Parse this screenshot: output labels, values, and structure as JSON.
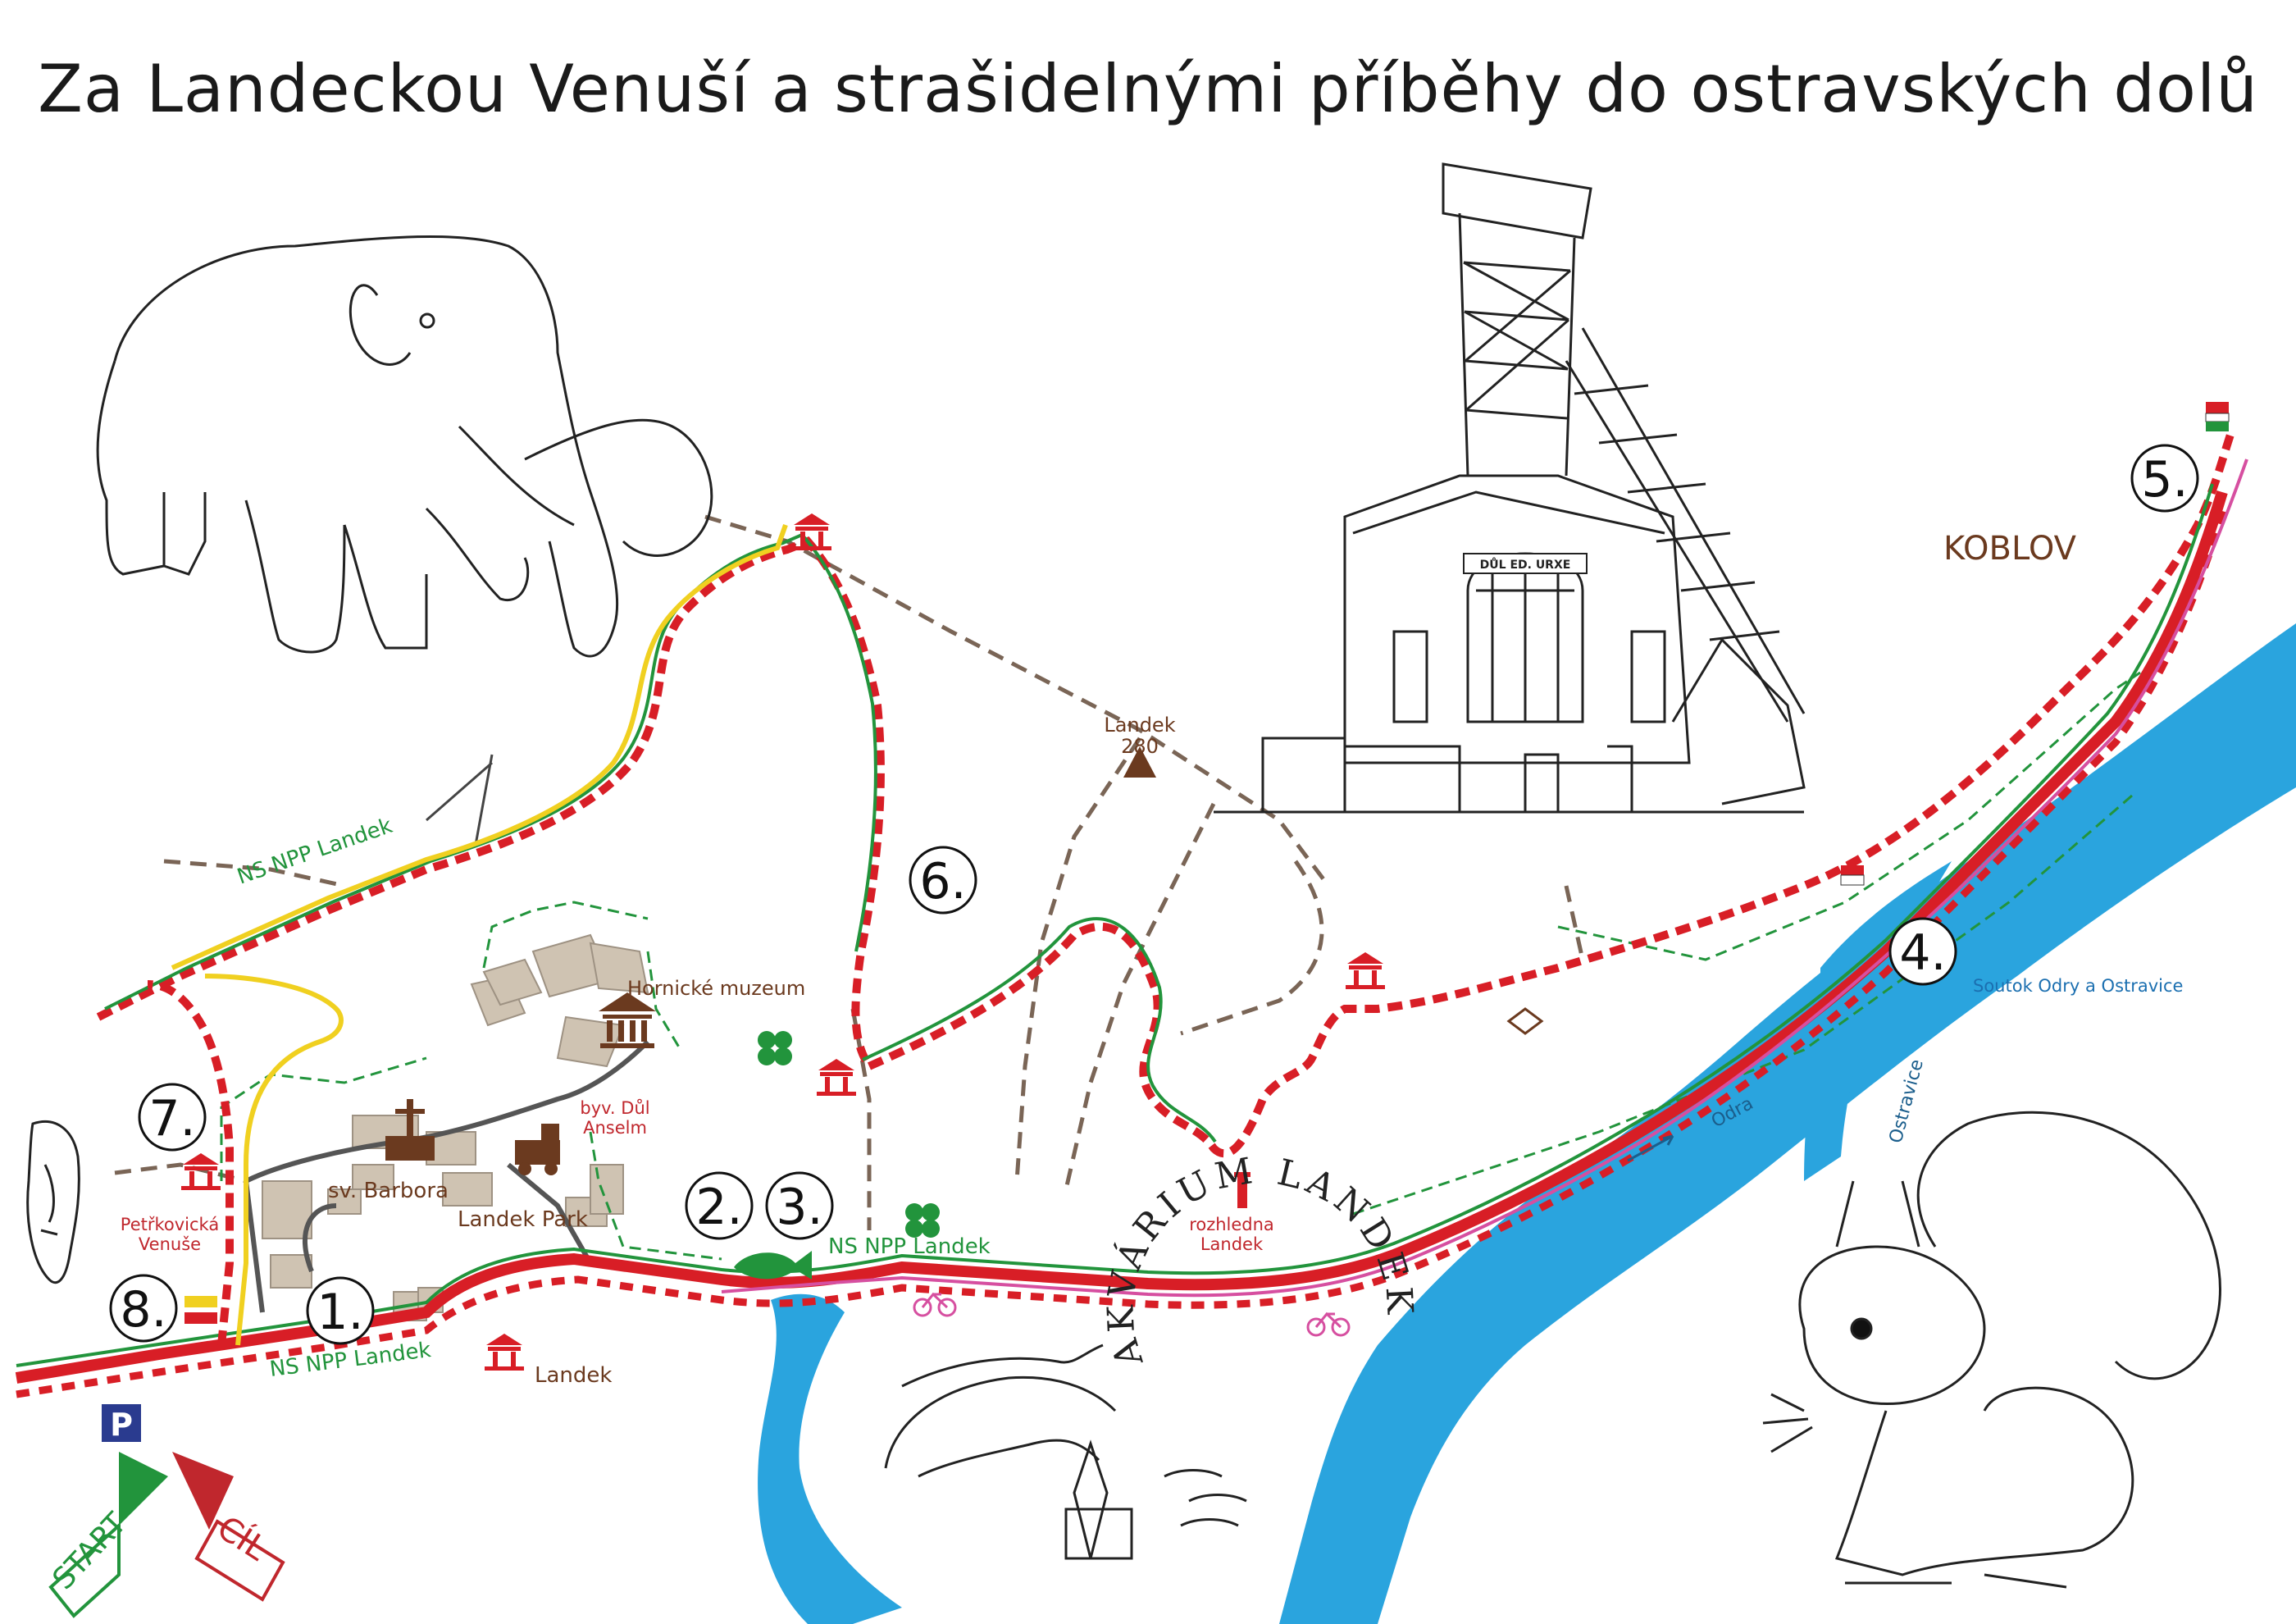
{
  "title": "Za Landeckou Venuší a strašidelnými příběhy do ostravských dolů",
  "colors": {
    "route_red": "#d81e26",
    "trail_green": "#22943c",
    "river_blue": "#2aa4de",
    "path_brown": "#7a6556",
    "label_brown": "#6b3a1f",
    "building_tan": "#cfc3b2",
    "yellow": "#f0d020",
    "parking_navy": "#2a3b8f"
  },
  "stops": [
    {
      "id": "1",
      "label": "1."
    },
    {
      "id": "2",
      "label": "2."
    },
    {
      "id": "3",
      "label": "3."
    },
    {
      "id": "4",
      "label": "4."
    },
    {
      "id": "5",
      "label": "5."
    },
    {
      "id": "6",
      "label": "6."
    },
    {
      "id": "7",
      "label": "7."
    },
    {
      "id": "8",
      "label": "8."
    }
  ],
  "labels": {
    "koblov": "KOBLOV",
    "landek_hill_name": "Landek",
    "landek_hill_elev": "280",
    "hornicke_muzeum": "Hornické muzeum",
    "byv_dul_1": "byv. Důl",
    "byv_dul_2": "Anselm",
    "sv_barbora": "sv. Barbora",
    "landek_park": "Landek Park",
    "rozhledna_1": "rozhledna",
    "rozhledna_2": "Landek",
    "venuse_1": "Petřkovická",
    "venuse_2": "Venuše",
    "landek_stop": "Landek",
    "ns_npp_1": "NS NPP Landek",
    "ns_npp_2": "NS NPP Landek",
    "ns_npp_3": "NS NPP Landek",
    "soutok": "Soutok Odry a Ostravice",
    "odra": "Odra",
    "ostravice": "Ostravice",
    "mine_sign": "DŮL ED. URXE",
    "akvarium": "AKVÁRIUM LANDEK",
    "start": "START",
    "cil": "CÍL",
    "parking": "P"
  }
}
